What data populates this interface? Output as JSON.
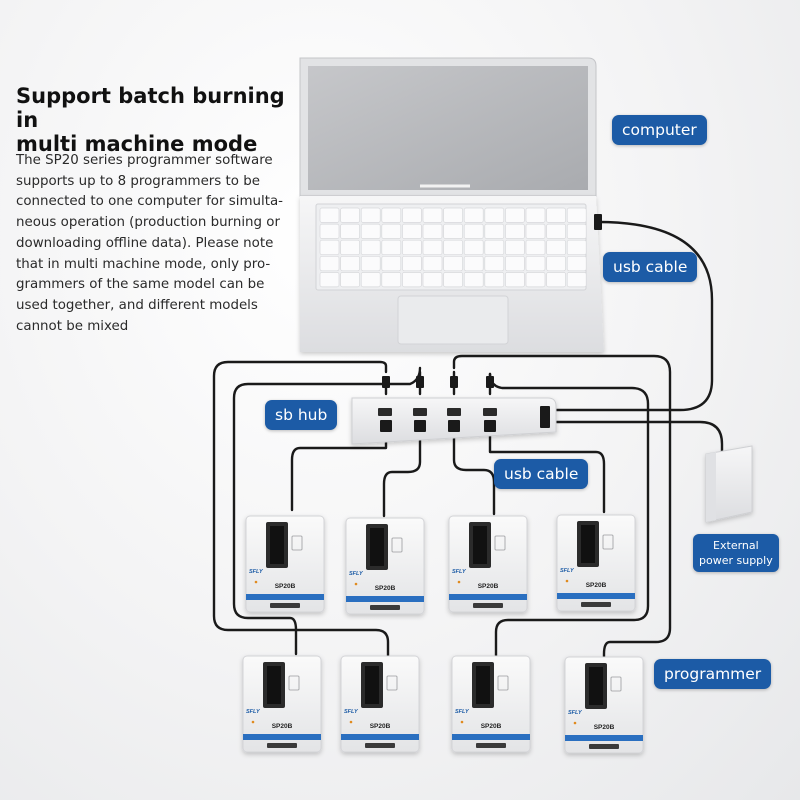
{
  "heading": {
    "line1": "Support batch burning in",
    "line2": "multi machine mode"
  },
  "description": "The SP20 series programmer software supports up to 8 programmers to be connected to one computer for simulta- neous operation (production burning or downloading offline data). Please note that in multi machine mode, only pro- grammers of the same model can be used together, and different models cannot be mixed",
  "labels": {
    "computer": "computer",
    "usb_cable_top": "usb cable",
    "sb_hub": "sb hub",
    "usb_cable_mid": "usb cable",
    "external_power_line1": "External",
    "external_power_line2": "power supply",
    "programmer": "programmer"
  },
  "device": {
    "model": "SP20B",
    "brand": "SFLY"
  },
  "programmer_count": 8,
  "colors": {
    "label_bg": "#1c5ba6",
    "label_text": "#ffffff",
    "cable": "#1a1a1a",
    "device_body": "#f4f4f4",
    "device_stripe": "#2a6fc0"
  }
}
